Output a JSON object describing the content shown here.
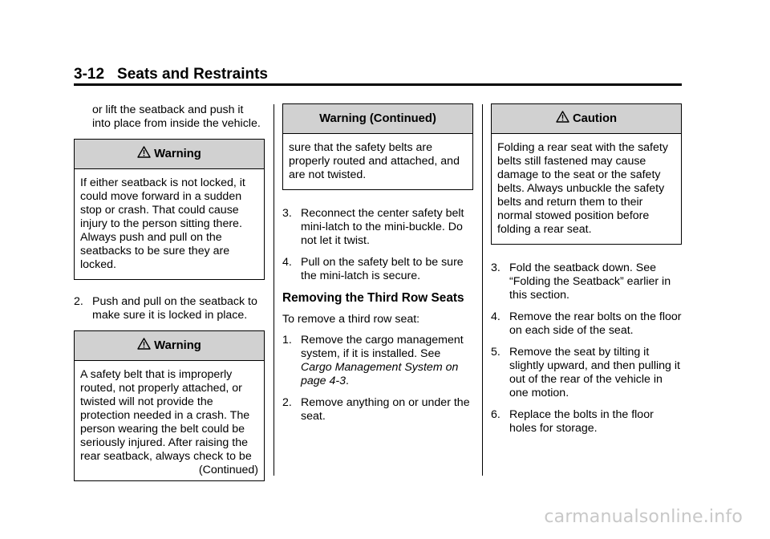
{
  "header": {
    "page_number": "3-12",
    "title": "Seats and Restraints"
  },
  "col1": {
    "intro": "or lift the seatback and push it into place from inside the vehicle.",
    "warning1": {
      "heading": "Warning",
      "body": "If either seatback is not locked, it could move forward in a sudden stop or crash. That could cause injury to the person sitting there. Always push and pull on the seatbacks to be sure they are locked."
    },
    "step2": {
      "number": "2.",
      "text": "Push and pull on the seatback to make sure it is locked in place."
    },
    "warning2": {
      "heading": "Warning",
      "body": "A safety belt that is improperly routed, not properly attached, or twisted will not provide the protection needed in a crash. The person wearing the belt could be seriously injured. After raising the rear seatback, always check to be",
      "continued": "(Continued)"
    }
  },
  "col2": {
    "warning_cont": {
      "heading": "Warning  (Continued)",
      "body": "sure that the safety belts are properly routed and attached, and are not twisted."
    },
    "steps_a": [
      {
        "number": "3.",
        "text": "Reconnect the center safety belt mini-latch to the mini-buckle. Do not let it twist."
      },
      {
        "number": "4.",
        "text": "Pull on the safety belt to be sure the mini-latch is secure."
      }
    ],
    "subheading": "Removing the Third Row Seats",
    "lead": "To remove a third row seat:",
    "step1": {
      "number": "1.",
      "text": "Remove the cargo management system, if it is installed. See ",
      "ref": "Cargo Management System on page 4-3",
      "after": "."
    },
    "step2": {
      "number": "2.",
      "text": "Remove anything on or under the seat."
    }
  },
  "col3": {
    "caution": {
      "heading": "Caution",
      "body": "Folding a rear seat with the safety belts still fastened may cause damage to the seat or the safety belts. Always unbuckle the safety belts and return them to their normal stowed position before folding a rear seat."
    },
    "steps": [
      {
        "number": "3.",
        "text": "Fold the seatback down. See “Folding the Seatback” earlier in this section."
      },
      {
        "number": "4.",
        "text": "Remove the rear bolts on the floor on each side of the seat."
      },
      {
        "number": "5.",
        "text": "Remove the seat by tilting it slightly upward, and then pulling it out of the rear of the vehicle in one motion."
      },
      {
        "number": "6.",
        "text": "Replace the bolts in the floor holes for storage."
      }
    ]
  },
  "watermark": "carmanualsonline.info",
  "icons": {
    "alert": "alert-triangle-icon"
  }
}
